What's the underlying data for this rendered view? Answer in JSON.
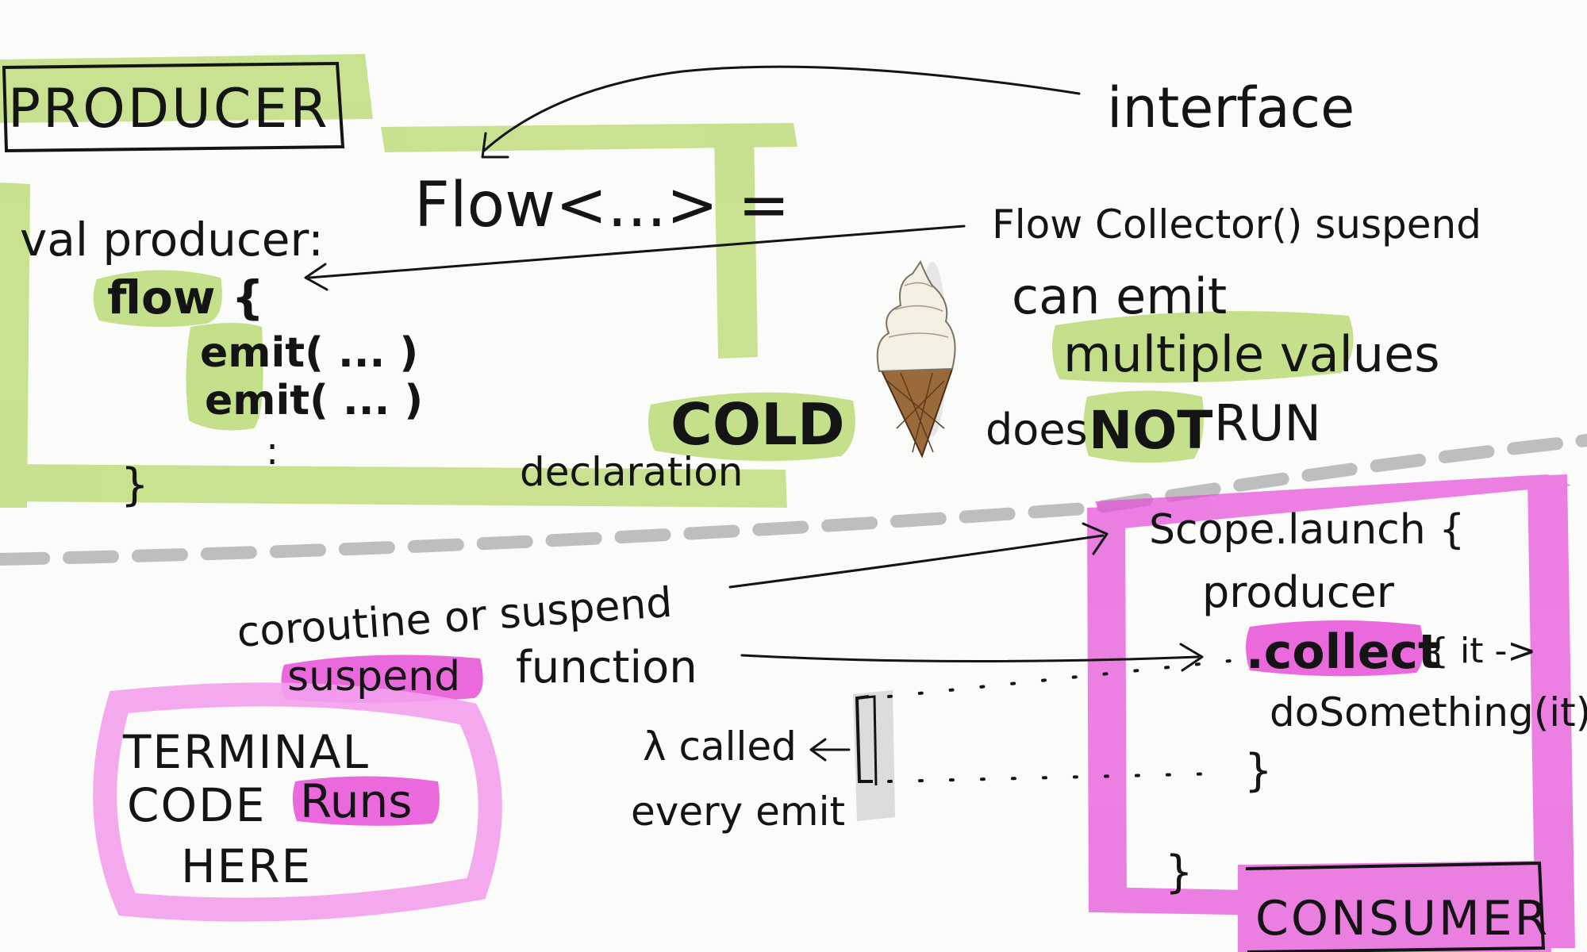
{
  "producer": {
    "badge": "PRODUCER",
    "code": {
      "decl_prefix": "val producer:",
      "decl_type": "Flow<...> =",
      "flow_open": "flow {",
      "emit_1": "emit( ... )",
      "emit_2": "emit( ... )",
      "ellipsis": ":",
      "close": "}"
    },
    "cold": "COLD",
    "declaration": "declaration"
  },
  "notes": {
    "interface": "interface",
    "flow_collector": "Flow Collector() suspend",
    "can_emit": "can emit",
    "multiple_values": "multiple values",
    "does": "does",
    "not": "NOT",
    "run": "RUN"
  },
  "middle": {
    "coroutine_line": "coroutine or suspend",
    "suspend": "suspend",
    "function": "function",
    "lambda_called": "λ called",
    "every_emit": "every emit"
  },
  "terminal": {
    "line1": "TERMINAL",
    "line2_prefix": "CODE",
    "runs": "Runs",
    "line3": "HERE"
  },
  "consumer": {
    "scope_launch": "Scope.launch {",
    "producer": "producer",
    "collect": ".collect",
    "collect_lambda": "{ it ->",
    "do_something": "doSomething(it)",
    "inner_close": "}",
    "outer_close": "}",
    "badge": "CONSUMER"
  },
  "colors": {
    "green_highlight": "#b5d86a",
    "pink_highlight": "#e650d8",
    "pink_light": "#f3a0ec",
    "ink": "#141414",
    "divider": "#a9a9a9"
  }
}
